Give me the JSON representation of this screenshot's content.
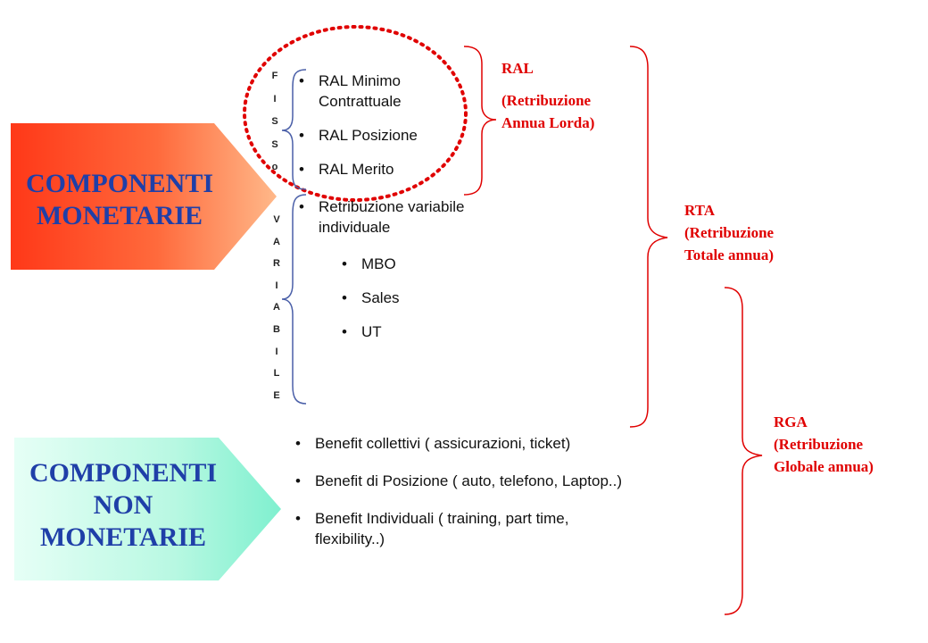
{
  "monetary": {
    "label_line1": "COMPONENTI",
    "label_line2": "MONETARIE",
    "fisso_letters": [
      "F",
      "I",
      "S",
      "S",
      "o"
    ],
    "variabile_letters": [
      "V",
      "A",
      "R",
      "I",
      "A",
      "B",
      "I",
      "L",
      "E"
    ],
    "fixed_items": [
      "RAL Minimo Contrattuale",
      "RAL Posizione",
      "RAL Merito"
    ],
    "variable_item": "Retribuzione variabile individuale",
    "variable_subitems": [
      "MBO",
      "Sales",
      "UT"
    ]
  },
  "non_monetary": {
    "label_line1": "COMPONENTI",
    "label_line2": "NON",
    "label_line3": "MONETARIE",
    "items": [
      "Benefit collettivi  ( assicurazioni, ticket)",
      "Benefit di Posizione ( auto, telefono, Laptop..)",
      "Benefit Individuali ( training, part time, flexibility..)"
    ]
  },
  "totals": {
    "ral_title": "RAL",
    "ral_line1": "(Retribuzione",
    "ral_line2": "Annua  Lorda)",
    "rta_title": "RTA",
    "rta_line1": "(Retribuzione",
    "rta_line2": "Totale  annua)",
    "rga_title": "RGA",
    "rga_line1": "(Retribuzione",
    "rga_line2": "Globale  annua)"
  },
  "colors": {
    "monetary_dark": "#ff3a1a",
    "monetary_light": "#ffb07a",
    "non_monetary_light": "#d8fff2",
    "non_monetary_dark": "#7ff0d0",
    "label_blue": "#1f3fa8",
    "accent_red": "#e00000",
    "brace_blue": "#4a5fa8"
  }
}
